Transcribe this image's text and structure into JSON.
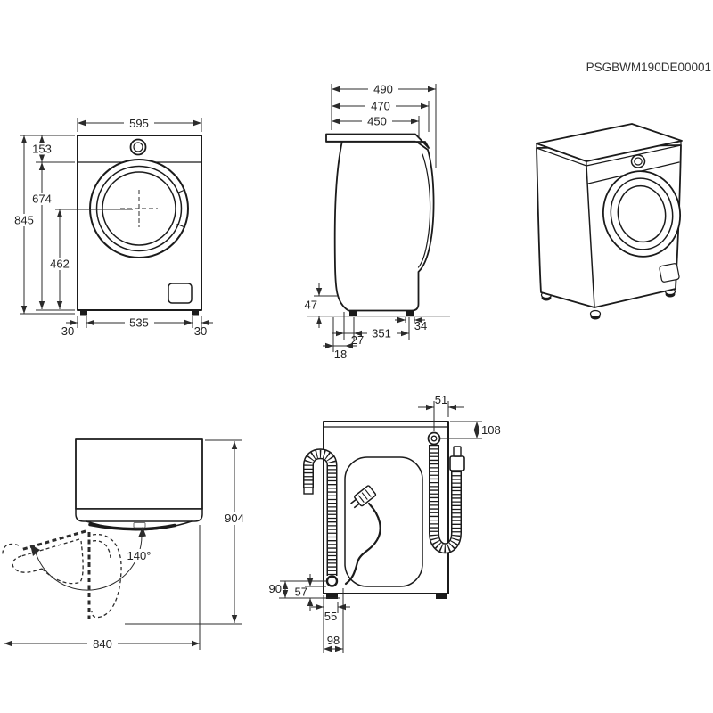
{
  "drawing": {
    "code": "PSGBWM190DE00001"
  },
  "front_view": {
    "width": "595",
    "panel_height": "153",
    "body_height": "674",
    "total_height": "845",
    "door_center_height": "462",
    "foot_inset_left": "30",
    "foot_spacing": "535",
    "foot_inset_right": "30"
  },
  "side_view": {
    "depth_total": "490",
    "depth_worktop": "470",
    "depth_cabinet": "450",
    "rear_clearance": "47",
    "rear_foot_offset": "27",
    "rear_panel_offset": "18",
    "foot_spacing": "351",
    "front_foot_width": "34"
  },
  "top_view": {
    "door_angle": "140°",
    "depth_door_open": "904",
    "width_door_open": "840"
  },
  "rear_view": {
    "inlet_offset_from_edge": "51",
    "inlet_offset_from_top": "108",
    "drain_hose_height": "90",
    "drain_outlet_height": "57",
    "drain_offset_from_edge": "55",
    "cord_offset_from_edge": "98"
  }
}
